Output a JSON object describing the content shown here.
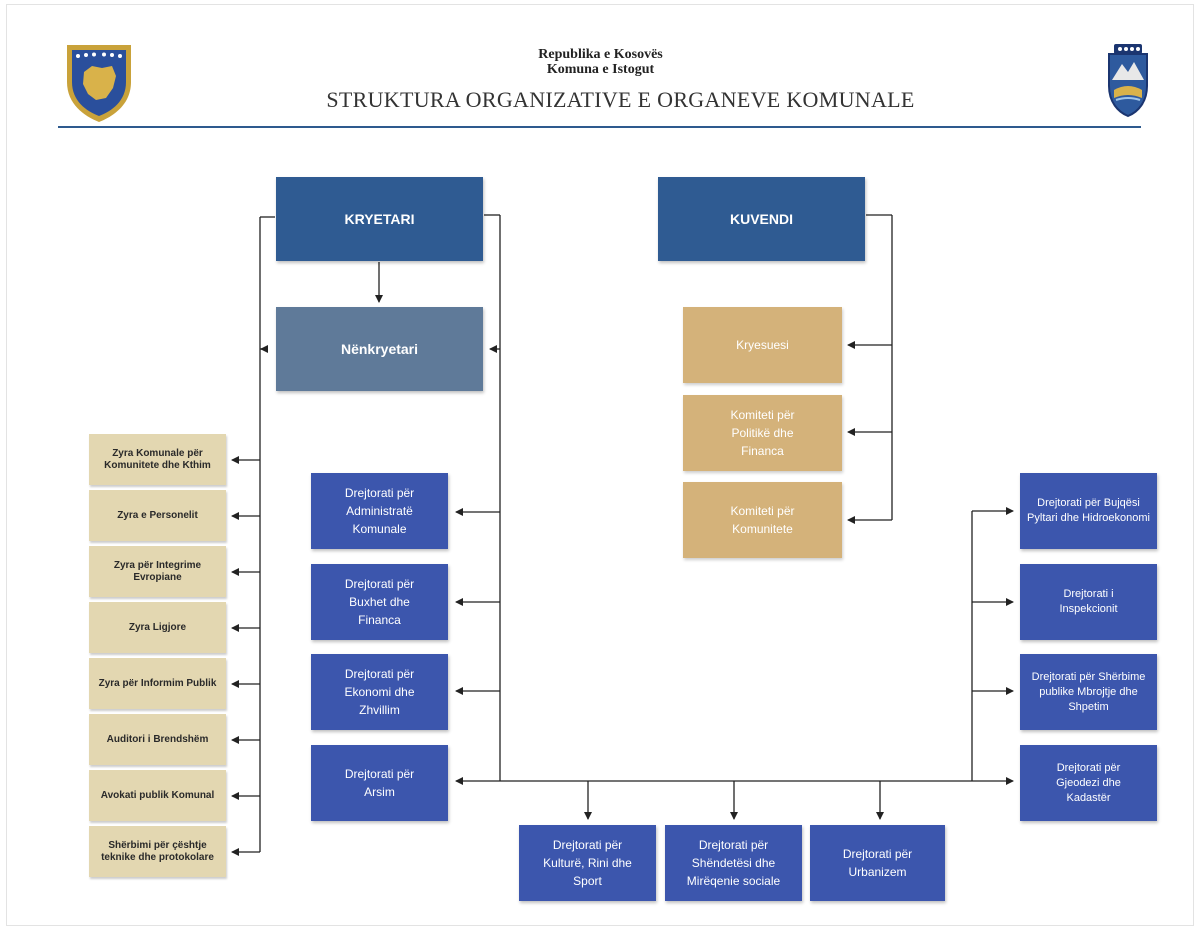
{
  "header": {
    "line1": "Republika e Kosovës",
    "line2": "Komuna e Istogut",
    "title": "STRUKTURA ORGANIZATIVE E ORGANEVE KOMUNALE"
  },
  "colors": {
    "header_rule": "#2e5a8e",
    "top_box": "#2f5b92",
    "vice_box": "#5f7a99",
    "assembly_box": "#d4b27a",
    "office_box": "#e3d7b1",
    "directorate_box": "#3c56ad"
  },
  "top": {
    "kryetari": "KRYETARI",
    "kuvendi": "KUVENDI",
    "nenkryetari": "Nënkryetari"
  },
  "assembly": [
    "Kryesuesi",
    "Komiteti për Politikë dhe Financa",
    "Komiteti për Komunitete"
  ],
  "offices": [
    "Zyra Komunale për Komunitete dhe Kthim",
    "Zyra e Personelit",
    "Zyra për Integrime Evropiane",
    "Zyra Ligjore",
    "Zyra për Informim Publik",
    "Auditori i Brendshëm",
    "Avokati publik Komunal",
    "Shërbimi për çështje teknike dhe protokolare"
  ],
  "directorates_left": [
    "Drejtorati për Administratë Komunale",
    "Drejtorati për Buxhet dhe Financa",
    "Drejtorati për Ekonomi dhe Zhvillim",
    "Drejtorati për Arsim"
  ],
  "directorates_bottom": [
    "Drejtorati për Kulturë, Rini dhe Sport",
    "Drejtorati për Shëndetësi dhe Mirëqenie sociale",
    "Drejtorati për Urbanizem"
  ],
  "directorates_right": [
    "Drejtorati për Bujqësi Pyltari dhe Hidroekonomi",
    "Drejtorati i Inspekcionit",
    "Drejtorati për Shërbime publike Mbrojtje dhe Shpetim",
    "Drejtorati për Gjeodezi dhe Kadastër"
  ]
}
